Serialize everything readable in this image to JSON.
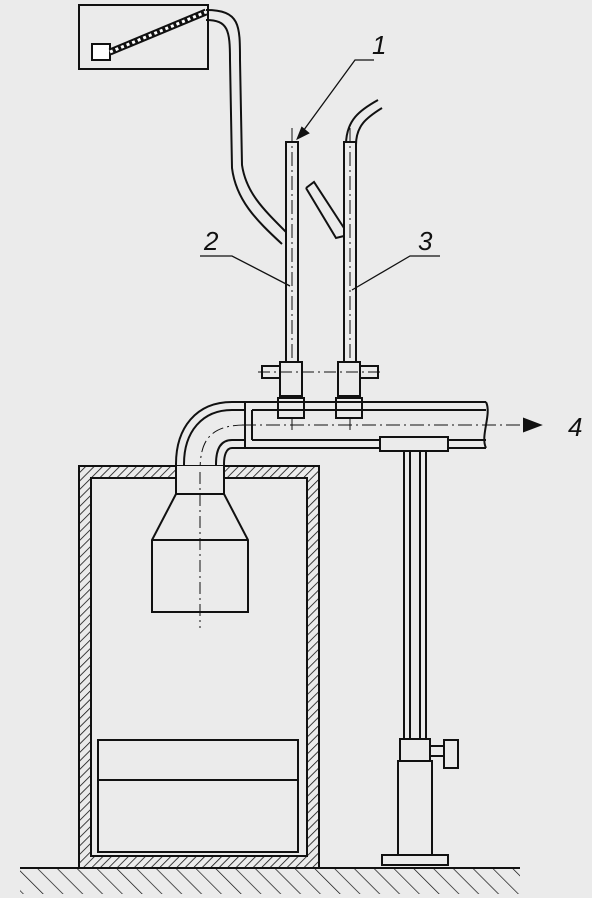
{
  "labels": {
    "one": "1",
    "two": "2",
    "three": "3",
    "four": "4"
  },
  "colors": {
    "background": "#ebebeb",
    "ink": "#111111",
    "hatch": "#111111"
  }
}
